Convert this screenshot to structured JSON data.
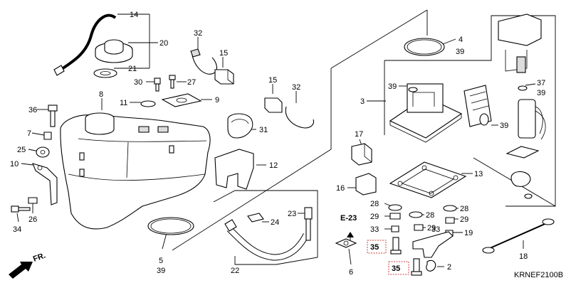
{
  "diagram": {
    "code": "KRNEF2100B",
    "ref": "E-23",
    "front": "FR.",
    "labels": [
      "14",
      "20",
      "21",
      "32",
      "15",
      "30",
      "27",
      "11",
      "9",
      "8",
      "36",
      "7",
      "25",
      "10",
      "26",
      "34",
      "15",
      "32",
      "31",
      "12",
      "5",
      "39",
      "22",
      "23",
      "24",
      "17",
      "16",
      "6",
      "4",
      "39",
      "3",
      "39",
      "37",
      "39",
      "39",
      "13",
      "28",
      "28",
      "28",
      "29",
      "29",
      "29",
      "33",
      "33",
      "19",
      "35",
      "35",
      "2",
      "18"
    ]
  }
}
